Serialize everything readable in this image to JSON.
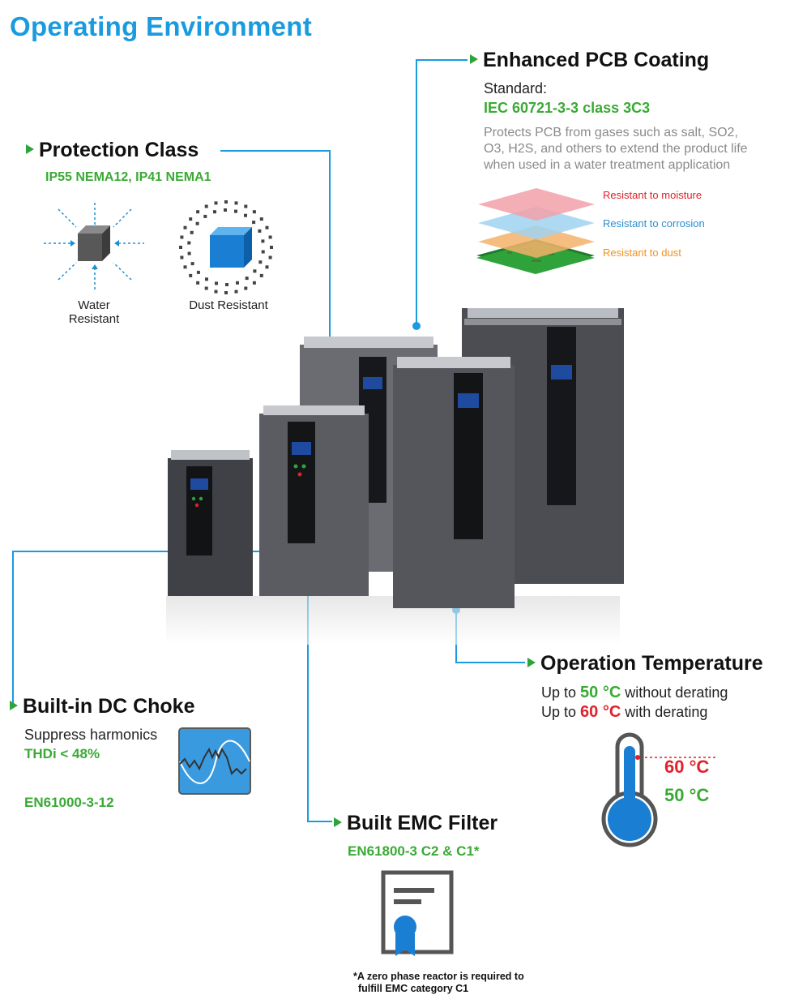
{
  "page_title": "Operating Environment",
  "pcb": {
    "heading": "Enhanced PCB Coating",
    "standard_label": "Standard:",
    "standard_value": "IEC 60721-3-3 class 3C3",
    "description": [
      "Protects PCB from gases such as salt, SO2,",
      "O3, H2S, and others to extend the product life",
      "when used in a water treatment application"
    ],
    "layers": [
      {
        "label": "Resistant to moisture",
        "color": "#e0202a"
      },
      {
        "label": "Resistant to corrosion",
        "color": "#2a8fd0"
      },
      {
        "label": "Resistant to dust",
        "color": "#f0921e"
      }
    ]
  },
  "protection": {
    "heading": "Protection Class",
    "ratings": "IP55 NEMA12, IP41 NEMA1",
    "water_label": [
      "Water",
      "Resistant"
    ],
    "dust_label": "Dust Resistant"
  },
  "dc_choke": {
    "heading": "Built-in DC Choke",
    "line1": "Suppress harmonics",
    "line2": "THDi < 48%",
    "line3": "EN61000-3-12"
  },
  "emc": {
    "heading": "Built EMC Filter",
    "standard": "EN61800-3 C2 & C1*",
    "footnote": [
      "*A zero phase reactor is required to",
      "fulfill EMC category C1"
    ]
  },
  "temperature": {
    "heading": "Operation Temperature",
    "line1": {
      "prefix": "Up to ",
      "value": "50 °C",
      "suffix": " without derating"
    },
    "line2": {
      "prefix": "Up to ",
      "value": "60 °C",
      "suffix": " with derating"
    },
    "scale_high": "60 °C",
    "scale_low": "50 °C"
  },
  "colors": {
    "accent_blue": "#1a9be0",
    "green": "#3aaa35",
    "red": "#e0202a"
  }
}
